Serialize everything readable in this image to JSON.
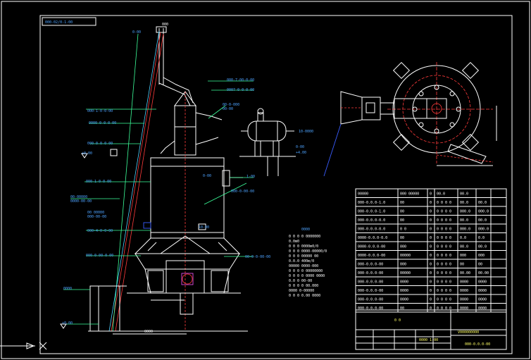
{
  "drawing": {
    "top_left_tag": "000-02/0-1-00",
    "callouts_left": [
      {
        "id": "c1",
        "text": "0-00"
      },
      {
        "id": "c2",
        "text": "000-1-0-0-00"
      },
      {
        "id": "c3",
        "text": "0000-0-0-0-00"
      },
      {
        "id": "c4",
        "text": "000-0-0-0-00"
      },
      {
        "id": "c5",
        "text": "+0.00"
      },
      {
        "id": "c6",
        "text": "000-1-0-0-00"
      },
      {
        "id": "c7",
        "text": "00-00000"
      },
      {
        "id": "c8",
        "text": "0000-00-00"
      },
      {
        "id": "c9",
        "text": "00 00000"
      },
      {
        "id": "c10",
        "text": "000-00-00"
      },
      {
        "id": "c11",
        "text": "000-4-0-0-00"
      },
      {
        "id": "c12",
        "text": "000-0-00-0-00"
      },
      {
        "id": "c13",
        "text": "0000"
      },
      {
        "id": "c14",
        "text": "+0.00"
      }
    ],
    "callouts_center": [
      {
        "id": "m1",
        "text": "000-7-00-0-00"
      },
      {
        "id": "m2",
        "text": "0007-0-0-0-00"
      },
      {
        "id": "m3",
        "text": "00-0-000"
      },
      {
        "id": "m4",
        "text": "00-00"
      },
      {
        "id": "m5",
        "text": "0-00"
      },
      {
        "id": "m6",
        "text": "1-00"
      },
      {
        "id": "m7",
        "text": "000-0-00-00"
      },
      {
        "id": "m8",
        "text": "10-00"
      },
      {
        "id": "m9",
        "text": "00-0-0-00-00"
      },
      {
        "id": "m10",
        "text": "+4.00"
      },
      {
        "id": "m11",
        "text": "10-0000"
      },
      {
        "id": "m12",
        "text": "0-00"
      }
    ],
    "dimension_bottom": "0000",
    "dimension_top": "000",
    "notes_title": "0000",
    "notes_lines": [
      "0 0 0 0  0000000",
      "0.0m0",
      "0  0  0  0000m0/0",
      "0  0  0  0000-00000/0",
      "0  0  0  00000 00",
      "0.0.0    400m/0",
      "00000    0000-000",
      "0 0 0 0  00000000",
      "0 0 0 0  0000 0000",
      "0.0 0    00-00",
      "0 0 0 0  00.000",
      "0000     0-00000",
      "0 0 0    0.00 0000"
    ]
  },
  "title_block": {
    "header": [
      "00000",
      "000 00000",
      "0",
      "00.0",
      "00.0"
    ],
    "rows": [
      [
        "000-0.0.0-1.0",
        "00",
        "0",
        "0 0 0 0",
        "00.0",
        "00.0"
      ],
      [
        "000-0.0.0-1.0",
        "00",
        "0",
        "0 0 0 0",
        "000.0",
        "000.0"
      ],
      [
        "000-0.0.0-0.0",
        "00",
        "0",
        "0 0 0 0",
        "00.0",
        "00.0"
      ],
      [
        "000-0.0.0-0.0",
        "0 0",
        "0",
        "0 0 0 0",
        "000.0",
        "000.0"
      ],
      [
        "0000-0.0.0-0.0",
        "00",
        "0",
        "0 0 0 0",
        "0.0",
        "0.0"
      ],
      [
        "0000-0.0.0-00",
        "000",
        "0",
        "0 0 0 0",
        "00.0",
        "00.0"
      ],
      [
        "0000-0.0.0-00",
        "00000",
        "0",
        "0 0 0 0",
        "000",
        "000"
      ],
      [
        "000-0.0.0-00",
        "000",
        "0",
        "0 0 0 0",
        "00",
        "00"
      ],
      [
        "000-0.0.0-00",
        "00000",
        "0",
        "0 0 0 0",
        "00.00",
        "00.00"
      ],
      [
        "000-0.0.0-00",
        "0000",
        "0",
        "0 0 0 0",
        "0000",
        "0000"
      ],
      [
        "000-0.0.0-00",
        "0000",
        "0",
        "0 0 0 0",
        "0000",
        "0000"
      ],
      [
        "000-0.0.0-00",
        "0000",
        "0",
        "0 0 0 0",
        "0000",
        "0000"
      ],
      [
        "000-0.0.0-00",
        "00",
        "0",
        "0 0 0 0",
        "0000",
        "0000"
      ]
    ],
    "title": "0 0",
    "drawing_name": "V000000000",
    "scale": "0000 1:00",
    "drawing_no": "000-0.0.0-00"
  }
}
